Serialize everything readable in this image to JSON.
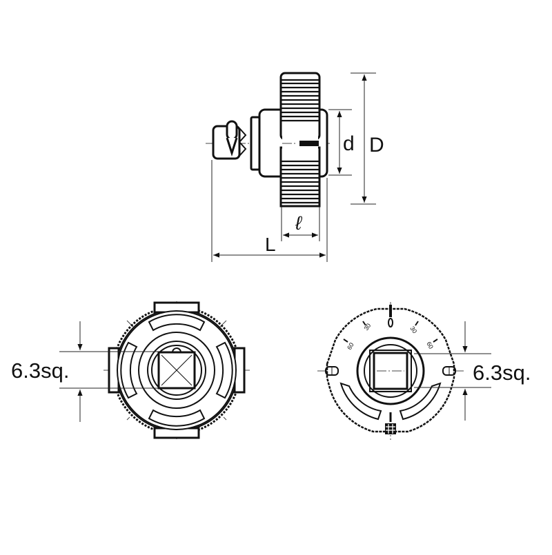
{
  "side_view": {
    "dimension_labels": {
      "outer_diameter": "D",
      "body_diameter": "d",
      "knurl_width": "ℓ",
      "overall_length": "L"
    }
  },
  "front_view": {
    "drive_size_label": "6.3sq."
  },
  "rear_view": {
    "drive_size_label": "6.3sq.",
    "dial_marks": [
      "60",
      "30",
      "30",
      "60"
    ]
  },
  "colors": {
    "line": "#111111",
    "background": "#ffffff"
  }
}
